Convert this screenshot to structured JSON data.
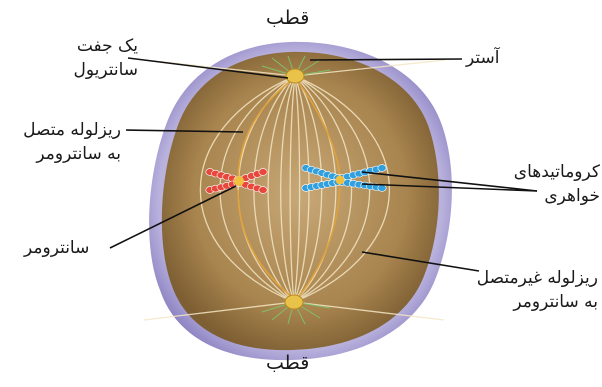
{
  "labels": {
    "pole_top": "قطب",
    "pole_bottom": "قطب",
    "centriole_pair": [
      "یک جفت",
      "سانتریول"
    ],
    "aster": "آستر",
    "kinetochore_mt": [
      "ریزلوله متصل",
      "به سانترومر"
    ],
    "sister_chromatids": [
      "کروماتیدهای",
      "خواهری"
    ],
    "centromere": "سانترومر",
    "nonkinetochore_mt": [
      "ریزلوله غیرمتصل",
      "به سانترومر"
    ]
  },
  "colors": {
    "cell_membrane": "#8f86c4",
    "cytoplasm": "#a8844e",
    "spindle_fiber": "#f3e6c4",
    "chromatid_red": "#e8483c",
    "chromatid_blue": "#2f9fe0",
    "centrosome": "#e9c24a",
    "leader_line": "#111111"
  }
}
